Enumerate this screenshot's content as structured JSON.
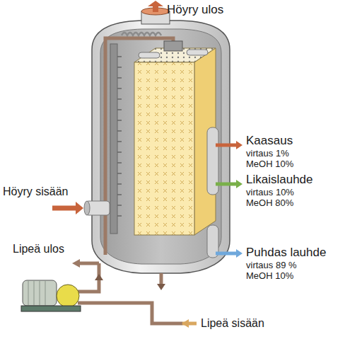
{
  "diagram": {
    "labels": [
      "Höyry ulos",
      "Kaasaus",
      "virtaus 1%",
      "MeOH 10%",
      "Likaislauhde",
      "virtaus 10%",
      "MeOH 80%",
      "Höyry sisään",
      "Lipeä ulos",
      "Puhdas lauhde",
      "virtaus 89 %",
      "MeOH 10%",
      "Lipeä sisään"
    ]
  }
}
